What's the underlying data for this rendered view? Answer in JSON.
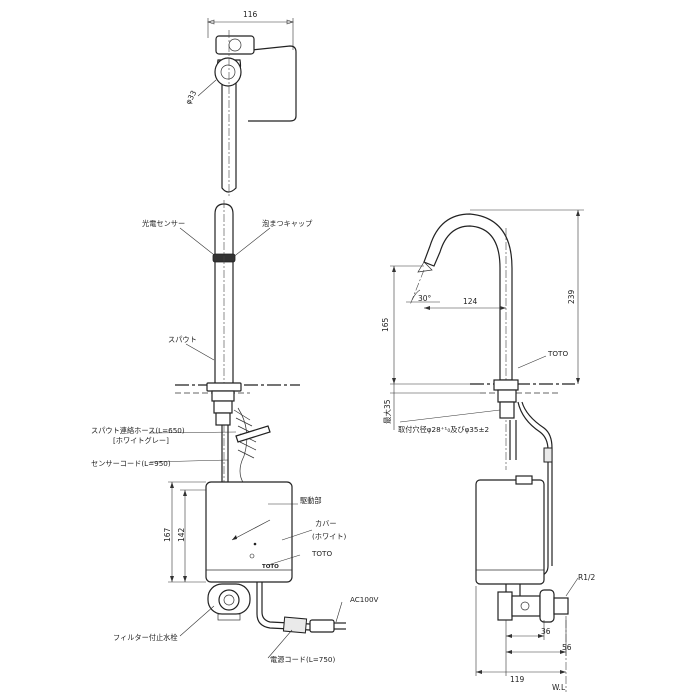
{
  "dimensions": {
    "top_width": "116",
    "top_diameter": "φ33",
    "spout_reach": "124",
    "spout_height": "165",
    "total_height": "239",
    "max_thickness": "最大35",
    "angle": "30°",
    "box_height_outer": "167",
    "box_height_inner": "142",
    "side_36": "36",
    "side_56": "56",
    "side_119": "119",
    "thread": "R1/2",
    "level": "W.L"
  },
  "labels": {
    "sensor": "光電センサー",
    "cap": "泡まつキャップ",
    "spout": "スパウト",
    "hose": "スパウト連絡ホース(L=650)",
    "hose_color": "[ホワイトグレー]",
    "sensor_cord": "センサーコード(L=950)",
    "drive": "駆動部",
    "cover": "カバー",
    "cover_color": "(ホワイト)",
    "brand_front": "TOTO",
    "brand_side": "TOTO",
    "power_spec": "AC100V",
    "filter": "フィルター付止水栓",
    "power_cord": "電源コード(L=750)",
    "mount_hole": "取付穴径φ28⁺¹₀及びφ35±2"
  }
}
